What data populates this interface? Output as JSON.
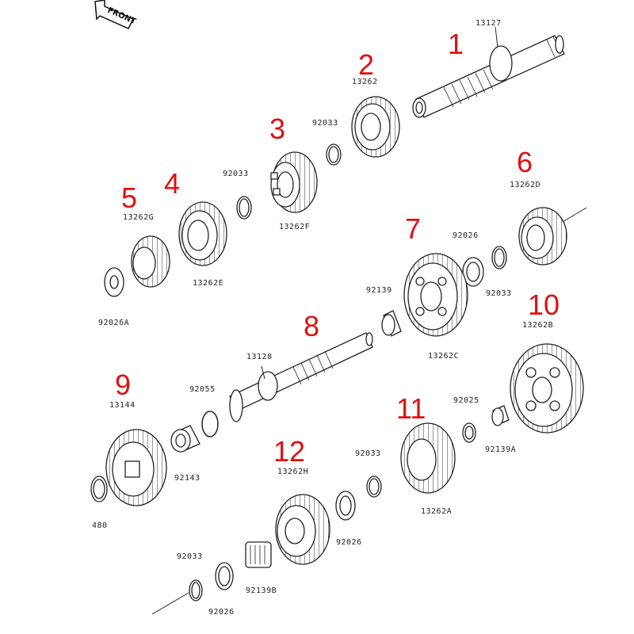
{
  "front_label": "FRONT",
  "callouts": [
    "1",
    "2",
    "3",
    "4",
    "5",
    "6",
    "7",
    "8",
    "9",
    "10",
    "11",
    "12"
  ],
  "part_labels": {
    "p13127": "13127",
    "p13262": "13262",
    "p92033_a": "92033",
    "p92033_b": "92033",
    "p13262F": "13262F",
    "p13262G": "13262G",
    "p13262E": "13262E",
    "p92026A": "92026A",
    "p13262D": "13262D",
    "p92026_a": "92026",
    "p92033_c": "92033",
    "p92139": "92139",
    "p13262C": "13262C",
    "p13262B": "13262B",
    "p13128": "13128",
    "p92055": "92055",
    "p13144": "13144",
    "p92143": "92143",
    "p480": "480",
    "p92025": "92025",
    "p92139A": "92139A",
    "p92033_d": "92033",
    "p13262A": "13262A",
    "p13262H": "13262H",
    "p92026_b": "92026",
    "p92033_e": "92033",
    "p92139B": "92139B",
    "p92026_c": "92026"
  }
}
